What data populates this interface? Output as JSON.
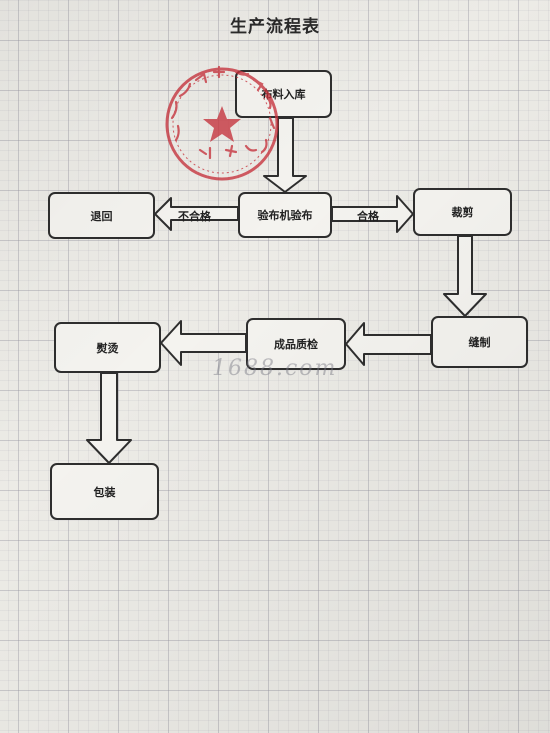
{
  "title": "生产流程表",
  "nodes": {
    "fabric_in": "布料入库",
    "inspect": "验布机验布",
    "return": "退回",
    "cut": "裁剪",
    "sew": "缝制",
    "qc": "成品质检",
    "iron": "熨烫",
    "pack": "包装"
  },
  "edges": {
    "fail": "不合格",
    "pass": "合格"
  },
  "watermark": "1688.com",
  "colors": {
    "stamp": "#c8323c",
    "box_border": "#2e2e2e",
    "arrow_fill": "#f4f3ef"
  }
}
